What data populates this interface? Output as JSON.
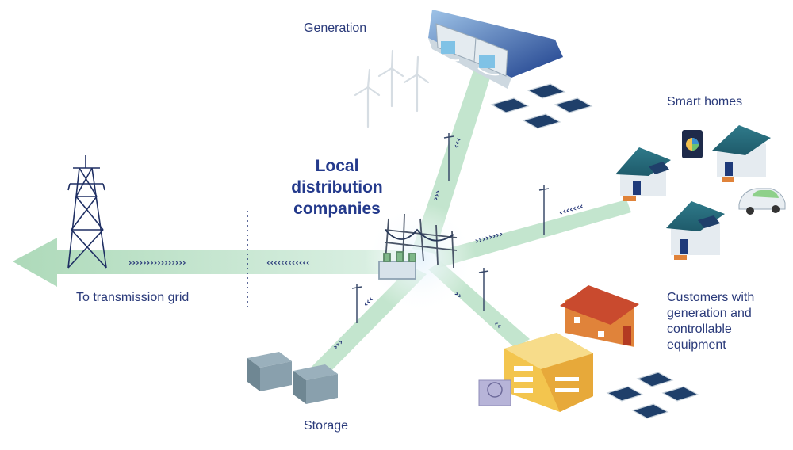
{
  "hub": {
    "title": "Local distribution companies"
  },
  "labels": {
    "generation": "Generation",
    "smart_homes": "Smart homes",
    "transmission": "To transmission grid",
    "storage": "Storage",
    "customers": "Customers with generation and controllable equipment"
  },
  "arrows": {
    "to_grid": "››››››››››››››››",
    "from_grid": "‹‹‹‹‹‹‹‹‹‹‹‹",
    "gen_down": "‹‹‹",
    "gen_up": "›››",
    "homes_in": "‹‹‹‹‹‹‹",
    "homes_out": "››››››››",
    "storage_in": "‹‹‹",
    "storage_out": "›››",
    "cust_out": "››",
    "cust_in": "‹‹"
  },
  "colors": {
    "label": "#2a3a7a",
    "hub_title": "#243a8c",
    "flow": "#a8d9b8",
    "hub_glow": "#dfeffa"
  }
}
